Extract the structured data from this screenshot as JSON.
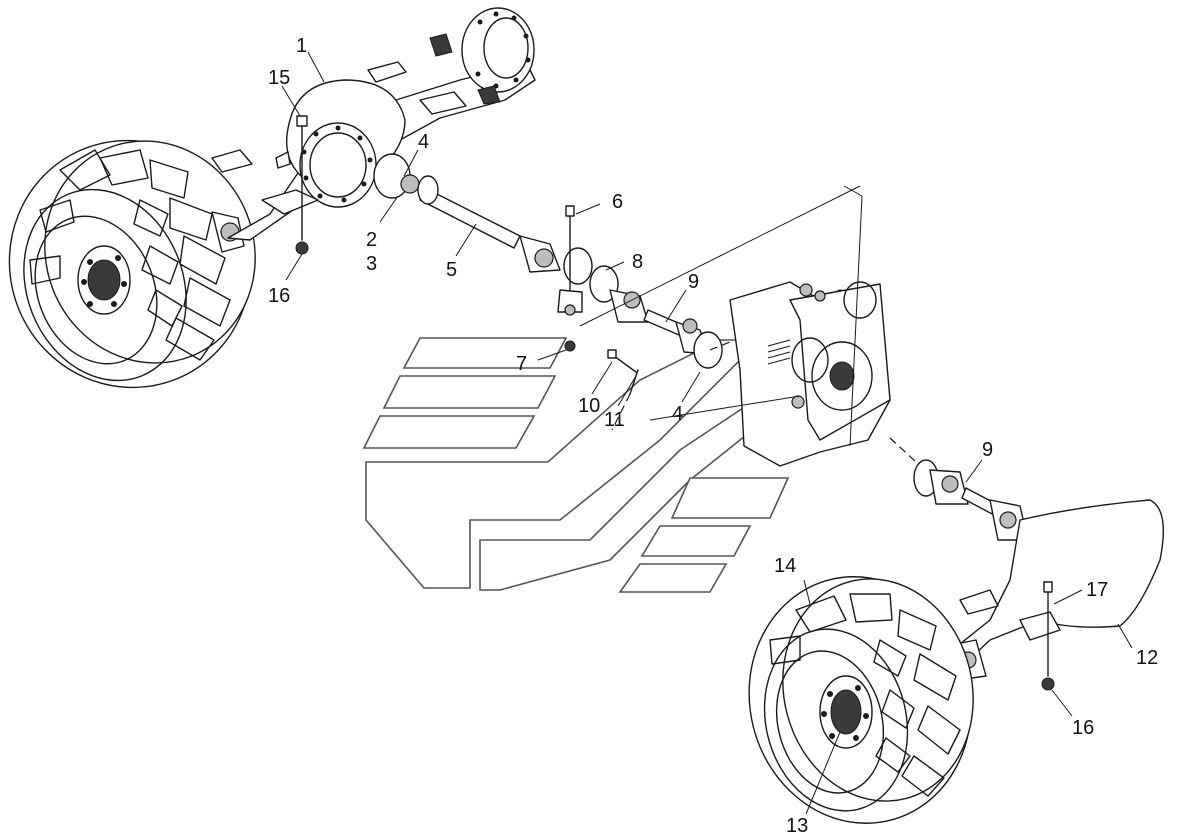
{
  "diagram": {
    "callouts": [
      {
        "id": "c1",
        "label": "1"
      },
      {
        "id": "c2",
        "label": "2"
      },
      {
        "id": "c3",
        "label": "3"
      },
      {
        "id": "c4a",
        "label": "4"
      },
      {
        "id": "c4b",
        "label": "4"
      },
      {
        "id": "c5",
        "label": "5"
      },
      {
        "id": "c6",
        "label": "6"
      },
      {
        "id": "c7",
        "label": "7"
      },
      {
        "id": "c8",
        "label": "8"
      },
      {
        "id": "c9a",
        "label": "9"
      },
      {
        "id": "c9b",
        "label": "9"
      },
      {
        "id": "c10",
        "label": "10"
      },
      {
        "id": "c11",
        "label": "11"
      },
      {
        "id": "c12",
        "label": "12"
      },
      {
        "id": "c13",
        "label": "13"
      },
      {
        "id": "c14",
        "label": "14"
      },
      {
        "id": "c15",
        "label": "15"
      },
      {
        "id": "c16a",
        "label": "16"
      },
      {
        "id": "c16b",
        "label": "16"
      },
      {
        "id": "c17",
        "label": "17"
      }
    ]
  }
}
